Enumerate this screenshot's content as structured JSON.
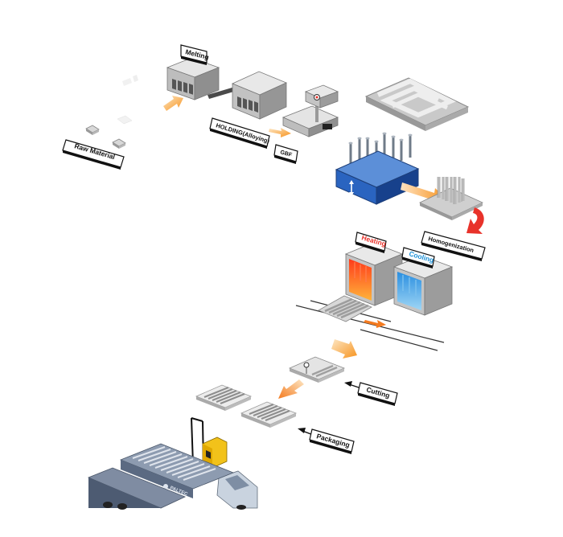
{
  "labels": {
    "raw_material": "Raw Material",
    "melting": "Melting",
    "holding": "HOLDING(Alloying)",
    "gbf": "GBF",
    "homogenization": "Homogenization",
    "heating": "Heating",
    "cooling": "Cooling",
    "cutting": "Cutting",
    "packaging": "Packaging",
    "truck_brand": "PALTEC"
  },
  "colors": {
    "arrow_orange": "#f7931e",
    "heating_red": "#e8322a",
    "cooling_blue": "#1a8fd6",
    "homogenization_arrow": "#e8322a",
    "casting_blue": "#1f5fb8"
  }
}
